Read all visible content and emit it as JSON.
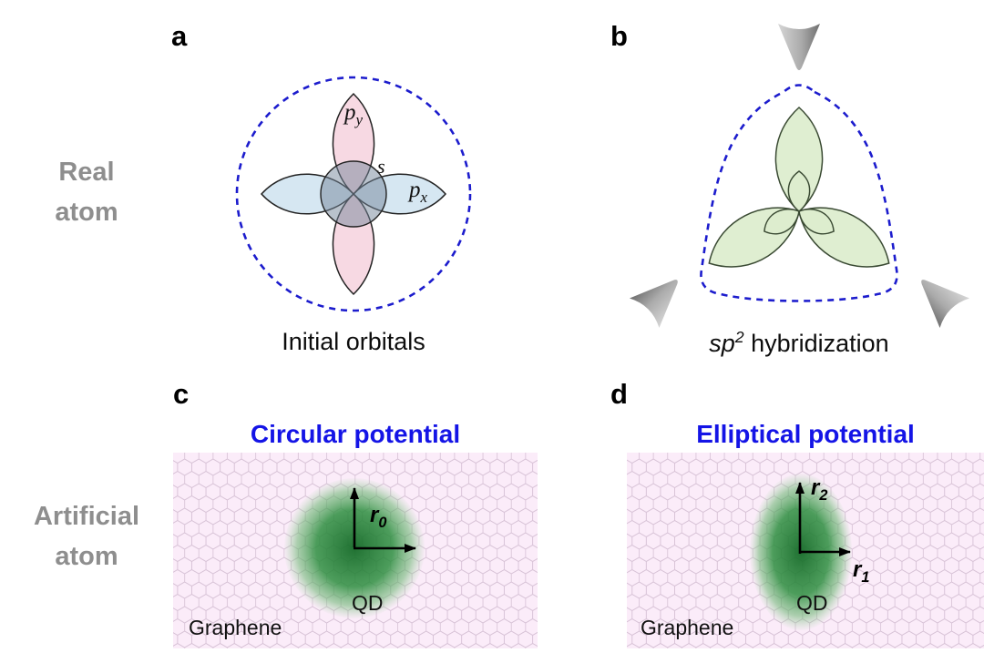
{
  "figure": {
    "side_labels": {
      "real": "Real\natom",
      "artificial": "Artificial\natom"
    },
    "panels": {
      "a": {
        "letter": "a",
        "caption": "Initial orbitals",
        "labels": {
          "py": {
            "base": "p",
            "sub": "y"
          },
          "s": "s",
          "px": {
            "base": "p",
            "sub": "x"
          }
        }
      },
      "b": {
        "letter": "b",
        "caption": {
          "italic": "sp",
          "sup": "2",
          "rest": " hybridization"
        }
      },
      "c": {
        "letter": "c",
        "title": "Circular potential",
        "qd_label": "QD",
        "substrate_label": "Graphene",
        "radius": {
          "base": "r",
          "sub": "0"
        }
      },
      "d": {
        "letter": "d",
        "title": "Elliptical potential",
        "qd_label": "QD",
        "substrate_label": "Graphene",
        "radius_vertical": {
          "base": "r",
          "sub": "2"
        },
        "radius_horizontal": {
          "base": "r",
          "sub": "1"
        }
      }
    },
    "colors": {
      "potential_title_blue": "#1414e6",
      "confinement_dashed_blue": "#1c1ccd",
      "orbital_s_gray": "#74859a",
      "orbital_px_blue": "#cfe3f0",
      "orbital_py_pink": "#f6d2de",
      "sp2_lobe_green": "#dcedcd",
      "qd_green": "#1d7c31",
      "graphene_bg_pink": "#fbecf9",
      "lattice_stroke": "#d8c2d6",
      "side_label_gray": "#8e8e8e",
      "tip_gray": "#9c9c9c"
    }
  }
}
